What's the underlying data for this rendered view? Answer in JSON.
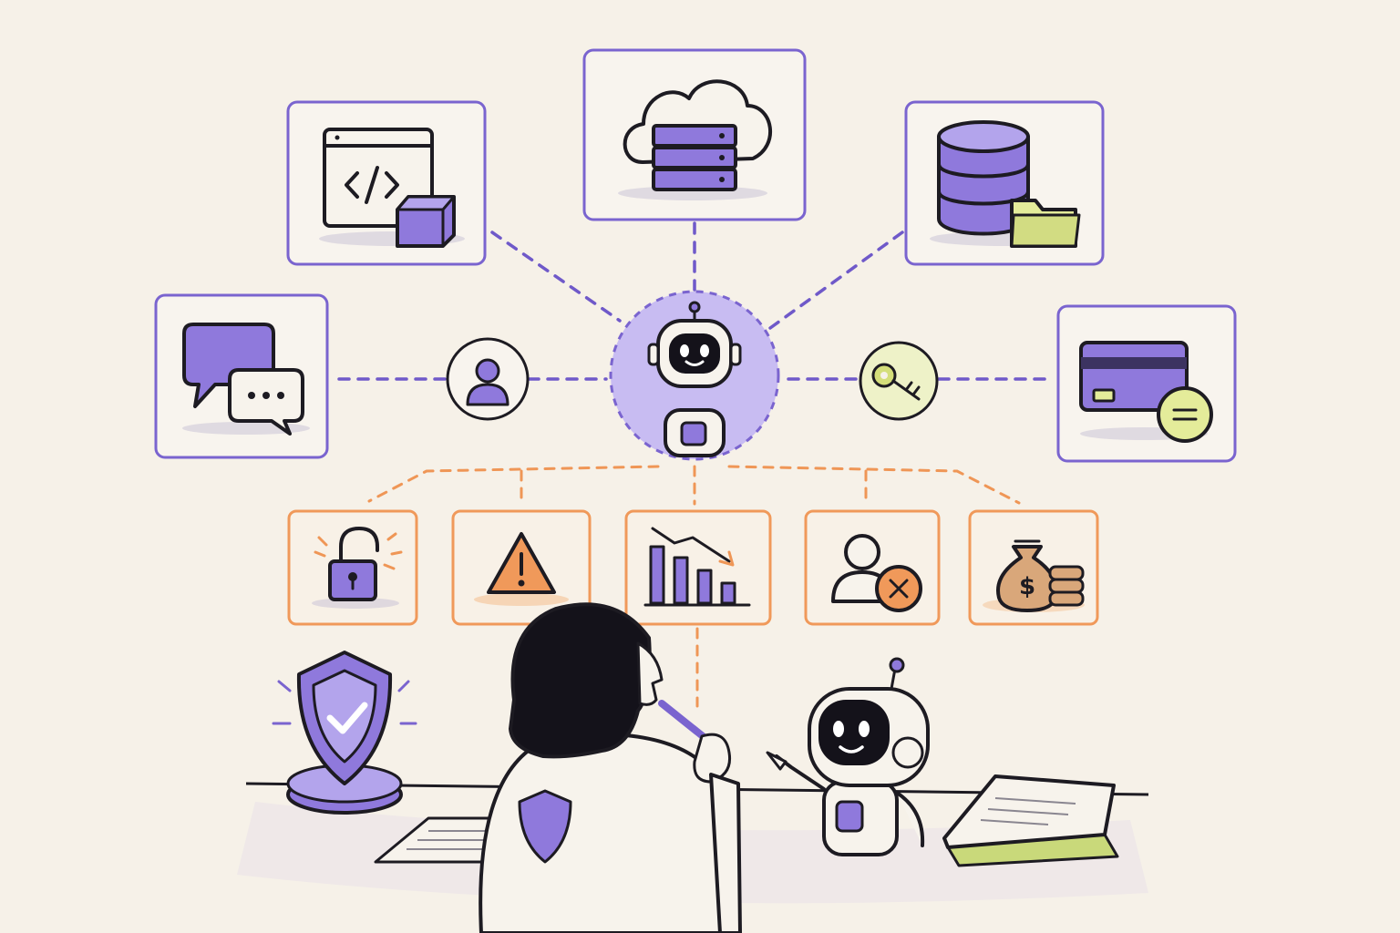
{
  "colors": {
    "background": "#f6f1e8",
    "accent_purple": "#7a64cf",
    "icon_lavender": "#8f79dc",
    "risk_orange": "#f0995a",
    "highlight_yellow": "#e4ec9a",
    "ink": "#1d1b22"
  },
  "hub": {
    "icon": "robot-icon"
  },
  "connectors_top": [
    {
      "id": "code-sandbox",
      "icon": "code-window-icon"
    },
    {
      "id": "cloud-server",
      "icon": "cloud-server-icon"
    },
    {
      "id": "database-files",
      "icon": "database-icon"
    },
    {
      "id": "chat",
      "icon": "chat-bubbles-icon"
    },
    {
      "id": "payment",
      "icon": "credit-card-icon"
    }
  ],
  "connectors_mid": [
    {
      "id": "user-identity",
      "icon": "user-icon"
    },
    {
      "id": "access-key",
      "icon": "key-icon"
    }
  ],
  "risks": [
    {
      "id": "unlocked-access",
      "icon": "unlocked-padlock-icon"
    },
    {
      "id": "warning",
      "icon": "warning-triangle-icon"
    },
    {
      "id": "declining-metrics",
      "icon": "declining-chart-icon"
    },
    {
      "id": "user-removed",
      "icon": "user-x-icon"
    },
    {
      "id": "financial-loss",
      "icon": "money-bag-icon"
    }
  ],
  "scene": {
    "left": "shield-check-icon",
    "people": [
      "woman-thinking",
      "small-robot-assistant"
    ],
    "desk": [
      "paper-sheet",
      "book-icon"
    ]
  }
}
